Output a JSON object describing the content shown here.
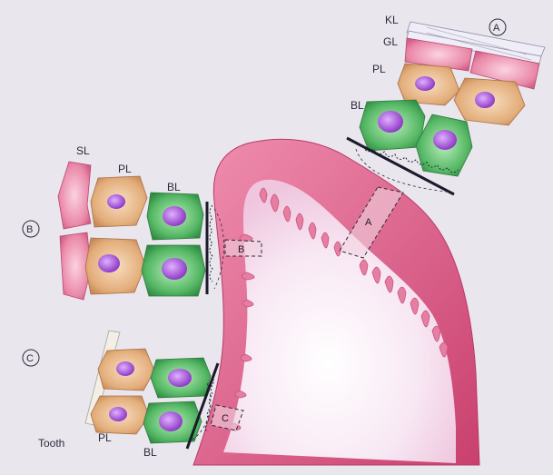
{
  "regions": {
    "A": {
      "marker": "A",
      "box_label": "A",
      "layers": [
        "KL",
        "GL",
        "PL",
        "BL"
      ]
    },
    "B": {
      "marker": "B",
      "box_label": "B",
      "layers": [
        "SL",
        "PL",
        "BL"
      ]
    },
    "C": {
      "marker": "C",
      "box_label": "C",
      "layers": [
        "Tooth",
        "PL",
        "BL"
      ]
    }
  },
  "colors": {
    "background": "#eae6ee",
    "gingiva": "#d8567e",
    "connective_tissue": "#f6dff0",
    "basal_cell": "#5fbf6e",
    "prickle_cell": "#e3ad7a",
    "granular_cell": "#e67fa2",
    "keratin": "#efeef6",
    "nucleus": "#a54fd6"
  }
}
